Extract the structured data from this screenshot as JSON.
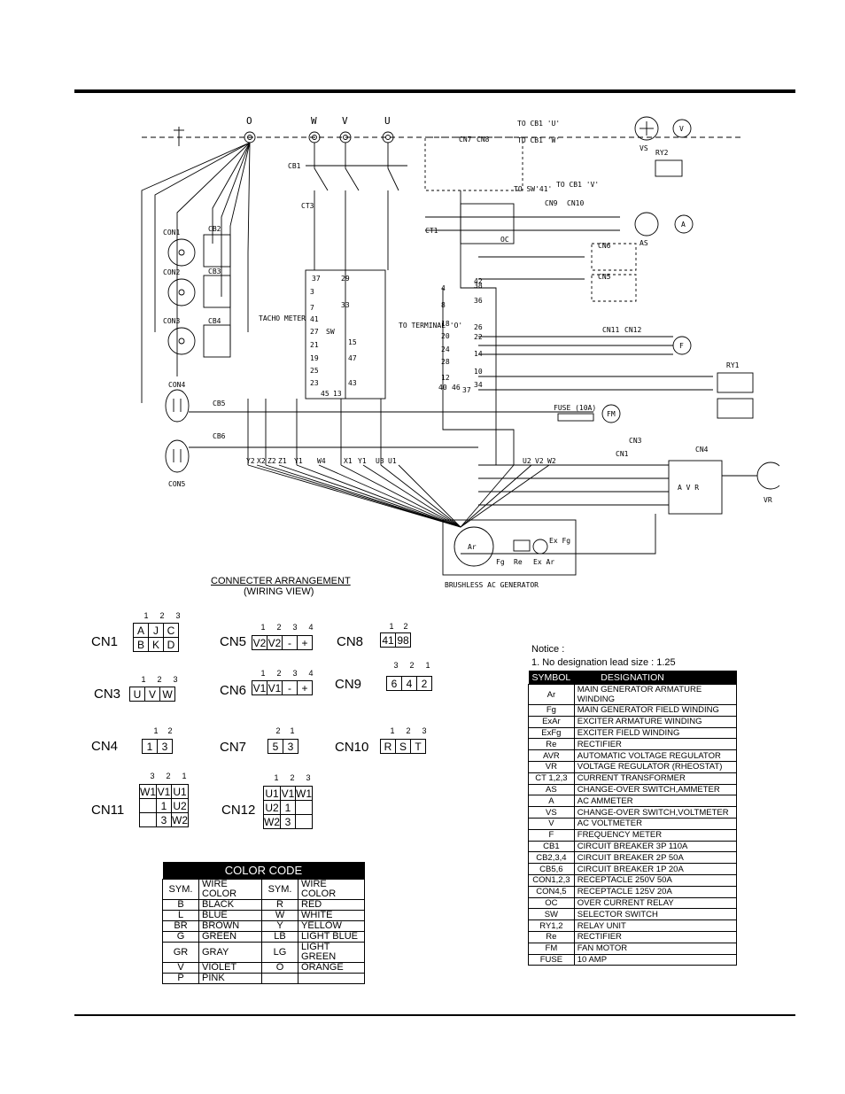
{
  "diagram": {
    "top_labels": [
      "O",
      "W",
      "V",
      "U"
    ],
    "blocks": [
      "CON1",
      "CON2",
      "CON3",
      "CON4",
      "CON5",
      "CB1",
      "CB2",
      "CB3",
      "CB4",
      "CB5",
      "CB6",
      "SW",
      "OC",
      "CT1",
      "CT3",
      "CN7",
      "CN8",
      "CN9",
      "CN10",
      "CN6",
      "CN5",
      "CN11",
      "CN12",
      "CN4",
      "CN3",
      "CN1",
      "RY1",
      "RY2",
      "FUSE (10A)",
      "FM",
      "F",
      "VS",
      "AS",
      "V",
      "A",
      "A V R",
      "VR",
      "Ar",
      "Fg",
      "Re",
      "Ex Ar",
      "Ex Fg"
    ],
    "caption": "BRUSHLESS AC GENERATOR",
    "bottom_leads": [
      "Y2",
      "X2",
      "Z2",
      "Z1",
      "Y1",
      "W4",
      "X1",
      "Y1",
      "U3",
      "U1",
      "U2",
      "V2",
      "W2"
    ],
    "sw_terminals": [
      "37",
      "29",
      "3",
      "33",
      "7",
      "41",
      "27",
      "SW",
      "15",
      "21",
      "47",
      "19",
      "25",
      "23",
      "45",
      "13",
      "43",
      "42",
      "38",
      "36",
      "26",
      "22",
      "14",
      "10",
      "34",
      "40",
      "46",
      "37",
      "18",
      "20",
      "24",
      "28",
      "12",
      "4",
      "8"
    ],
    "annotations": [
      "TO CB1 'U'",
      "TO CB1 'W'",
      "TO CB1 'V'",
      "TO SW'41'",
      "TO TERMINAL 'O'",
      "TACHO METER",
      "FUSE (10A)"
    ]
  },
  "connector_arrangement": {
    "title": "CONNECTER ARRANGEMENT",
    "subtitle": "(WIRING VIEW)",
    "connectors": {
      "CN1": {
        "name": "CN1",
        "pins": [
          "1",
          "2",
          "3"
        ],
        "rows": [
          [
            "A",
            "J",
            "C"
          ],
          [
            "B",
            "K",
            "D"
          ]
        ]
      },
      "CN3": {
        "name": "CN3",
        "pins": [
          "1",
          "2",
          "3"
        ],
        "rows": [
          [
            "U",
            "V",
            "W"
          ]
        ]
      },
      "CN4": {
        "name": "CN4",
        "pins": [
          "1",
          "2"
        ],
        "rows": [
          [
            "1",
            "3"
          ]
        ]
      },
      "CN5": {
        "name": "CN5",
        "pins": [
          "1",
          "2",
          "3",
          "4"
        ],
        "rows": [
          [
            "V2",
            "V2",
            "-",
            "+"
          ]
        ]
      },
      "CN6": {
        "name": "CN6",
        "pins": [
          "1",
          "2",
          "3",
          "4"
        ],
        "rows": [
          [
            "V1",
            "V1",
            "-",
            "+"
          ]
        ]
      },
      "CN7": {
        "name": "CN7",
        "pins": [
          "2",
          "1"
        ],
        "rows": [
          [
            "5",
            "3"
          ]
        ]
      },
      "CN8": {
        "name": "CN8",
        "pins": [
          "1",
          "2"
        ],
        "rows": [
          [
            "41",
            "98"
          ]
        ]
      },
      "CN9": {
        "name": "CN9",
        "pins": [
          "3",
          "2",
          "1"
        ],
        "rows": [
          [
            "6",
            "4",
            "2"
          ]
        ]
      },
      "CN10": {
        "name": "CN10",
        "pins": [
          "1",
          "2",
          "3"
        ],
        "rows": [
          [
            "R",
            "S",
            "T"
          ]
        ]
      },
      "CN11": {
        "name": "CN11",
        "pins": [
          "3",
          "2",
          "1"
        ],
        "rows": [
          [
            "W1",
            "V1",
            "U1"
          ],
          [
            "",
            "1",
            "U2"
          ],
          [
            "",
            "3",
            "W2"
          ]
        ]
      },
      "CN12": {
        "name": "CN12",
        "pins": [
          "1",
          "2",
          "3"
        ],
        "rows": [
          [
            "U1",
            "V1",
            "W1"
          ],
          [
            "U2",
            "1",
            ""
          ],
          [
            "W2",
            "3",
            ""
          ]
        ]
      }
    }
  },
  "notice": {
    "title": "Notice :",
    "text": "1. No designation lead size : 1.25"
  },
  "symbol_table": {
    "headers": [
      "SYMBOL",
      "DESIGNATION"
    ],
    "rows": [
      [
        "Ar",
        "MAIN GENERATOR ARMATURE WINDING"
      ],
      [
        "Fg",
        "MAIN GENERATOR FIELD WINDING"
      ],
      [
        "ExAr",
        "EXCITER ARMATURE WINDING"
      ],
      [
        "ExFg",
        "EXCITER FIELD WINDING"
      ],
      [
        "Re",
        "RECTIFIER"
      ],
      [
        "AVR",
        "AUTOMATIC VOLTAGE REGULATOR"
      ],
      [
        "VR",
        "VOLTAGE REGULATOR (RHEOSTAT)"
      ],
      [
        "CT 1,2,3",
        "CURRENT TRANSFORMER"
      ],
      [
        "AS",
        "CHANGE-OVER SWITCH,AMMETER"
      ],
      [
        "A",
        "AC AMMETER"
      ],
      [
        "VS",
        "CHANGE-OVER SWITCH,VOLTMETER"
      ],
      [
        "V",
        "AC VOLTMETER"
      ],
      [
        "F",
        "FREQUENCY METER"
      ],
      [
        "CB1",
        "CIRCUIT BREAKER 3P 110A"
      ],
      [
        "CB2,3,4",
        "CIRCUIT BREAKER 2P 50A"
      ],
      [
        "CB5,6",
        "CIRCUIT BREAKER 1P 20A"
      ],
      [
        "CON1,2,3",
        "RECEPTACLE 250V 50A"
      ],
      [
        "CON4,5",
        "RECEPTACLE 125V 20A"
      ],
      [
        "OC",
        "OVER CURRENT RELAY"
      ],
      [
        "SW",
        "SELECTOR SWITCH"
      ],
      [
        "RY1,2",
        "RELAY UNIT"
      ],
      [
        "Re",
        "RECTIFIER"
      ],
      [
        "FM",
        "FAN MOTOR"
      ],
      [
        "FUSE",
        "10 AMP"
      ]
    ]
  },
  "color_code": {
    "title": "COLOR CODE",
    "headers": [
      "SYM.",
      "WIRE COLOR",
      "SYM.",
      "WIRE COLOR"
    ],
    "rows": [
      [
        "B",
        "BLACK",
        "R",
        "RED"
      ],
      [
        "L",
        "BLUE",
        "W",
        "WHITE"
      ],
      [
        "BR",
        "BROWN",
        "Y",
        "YELLOW"
      ],
      [
        "G",
        "GREEN",
        "LB",
        "LIGHT BLUE"
      ],
      [
        "GR",
        "GRAY",
        "LG",
        "LIGHT GREEN"
      ],
      [
        "V",
        "VIOLET",
        "O",
        "ORANGE"
      ],
      [
        "P",
        "PINK",
        "",
        ""
      ]
    ]
  }
}
